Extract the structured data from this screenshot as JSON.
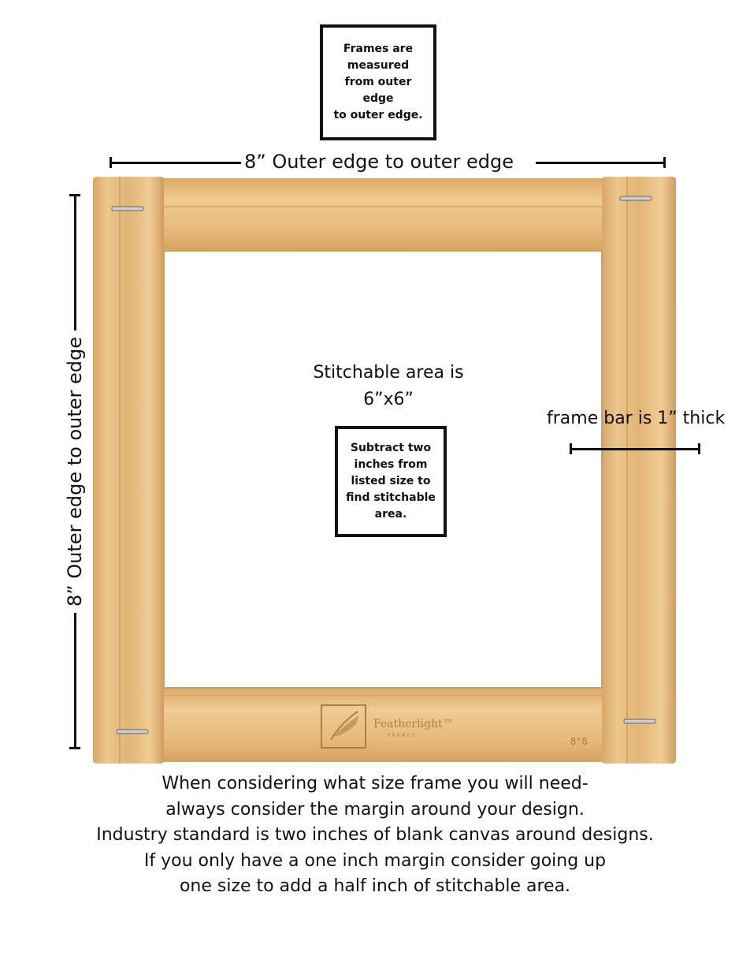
{
  "top_note": {
    "lines": [
      "Frames are",
      "measured",
      "from outer edge",
      "to outer edge."
    ]
  },
  "width_dimension": {
    "label": "8” Outer edge to outer edge"
  },
  "height_dimension": {
    "label": "8” Outer edge to outer edge"
  },
  "stitchable": {
    "line1": "Stitchable area is",
    "line2": "6”x6”"
  },
  "subtract_note": {
    "lines": [
      "Subtract two",
      "inches from",
      "listed size to",
      "find stitchable",
      "area."
    ]
  },
  "frame_bar": {
    "label": "frame bar is 1” thick"
  },
  "frame": {
    "brand": "Featherlight™",
    "brand_sub": "FRAMES",
    "size_stamp": "8\"8",
    "wood_color": "#e3b878"
  },
  "advice": {
    "lines": [
      "When considering what size frame you will need-",
      "always consider the margin around your design.",
      "Industry standard is two inches of blank canvas around designs.",
      "If you only have a one inch margin consider going up",
      "one size to add a half inch of stitchable area."
    ]
  }
}
